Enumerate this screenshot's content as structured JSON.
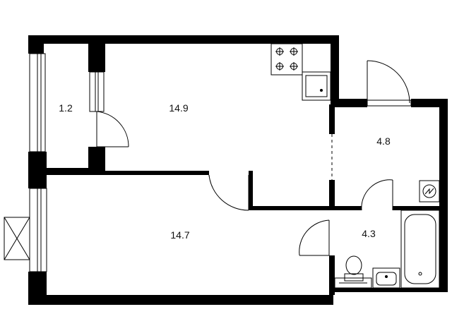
{
  "floor_plan": {
    "rooms": [
      {
        "id": "balcony",
        "area": "1.2"
      },
      {
        "id": "kitchen-living",
        "area": "14.9"
      },
      {
        "id": "hallway",
        "area": "4.8"
      },
      {
        "id": "bedroom",
        "area": "14.7"
      },
      {
        "id": "bathroom",
        "area": "4.3"
      }
    ],
    "colors": {
      "wall": "#000000",
      "fixture": "#000000",
      "background": "#ffffff"
    },
    "icons": [
      "stove-icon",
      "sink-icon",
      "bathtub-icon",
      "toilet-icon",
      "washbasin-icon",
      "washing-machine-icon",
      "electrical-panel-icon",
      "air-conditioner-icon"
    ]
  }
}
